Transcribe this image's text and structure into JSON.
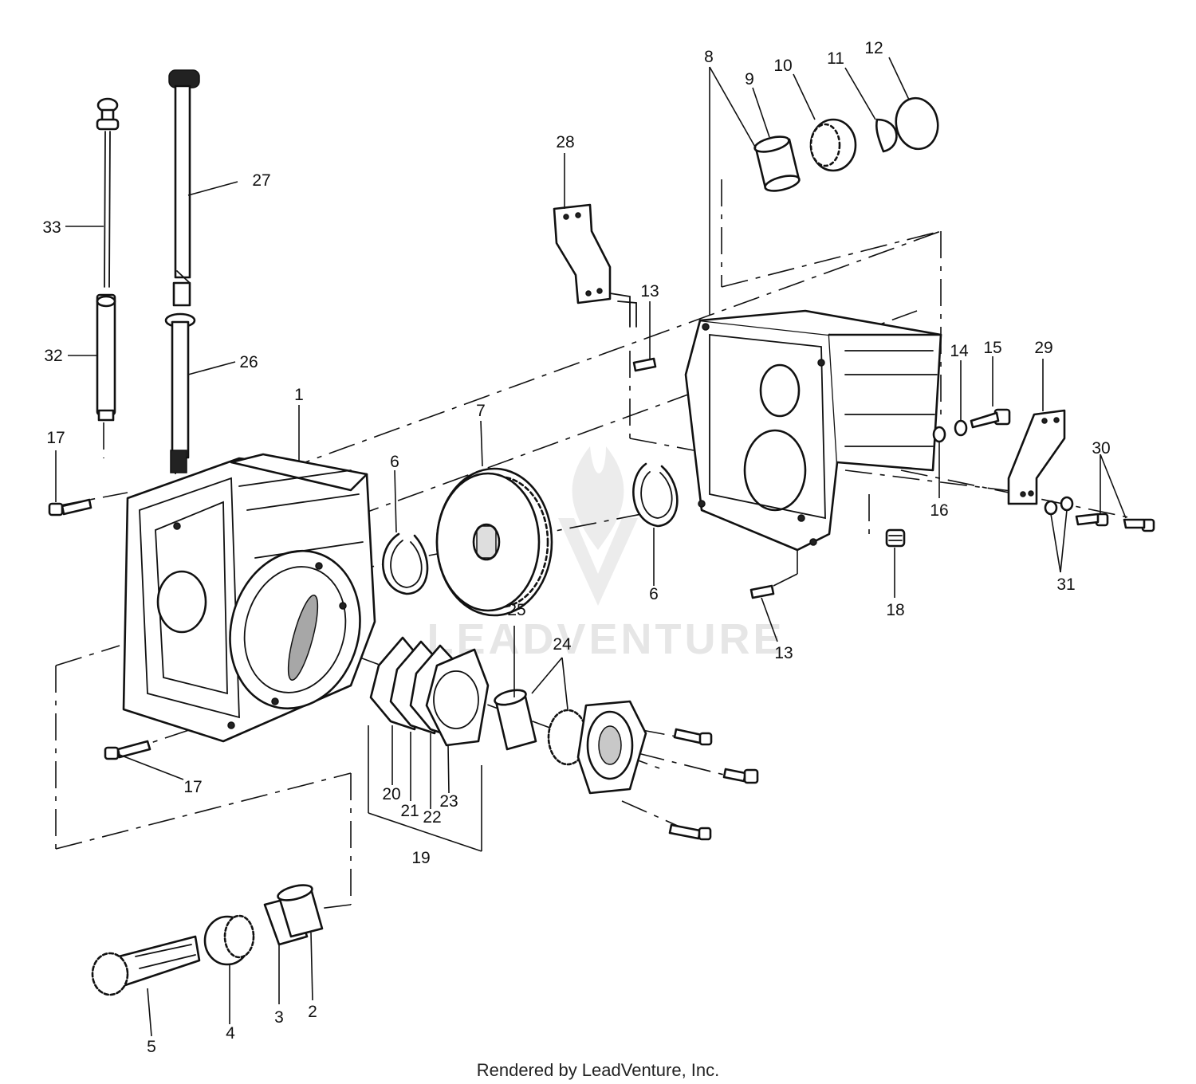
{
  "callouts": {
    "c1": "1",
    "c2": "2",
    "c3": "3",
    "c4": "4",
    "c5": "5",
    "c6a": "6",
    "c6b": "6",
    "c7": "7",
    "c8": "8",
    "c9": "9",
    "c10": "10",
    "c11": "11",
    "c12": "12",
    "c13a": "13",
    "c13b": "13",
    "c14": "14",
    "c15": "15",
    "c16": "16",
    "c17a": "17",
    "c17b": "17",
    "c18": "18",
    "c19": "19",
    "c20": "20",
    "c21": "21",
    "c22": "22",
    "c23": "23",
    "c24": "24",
    "c25": "25",
    "c26": "26",
    "c27": "27",
    "c28": "28",
    "c29": "29",
    "c30": "30",
    "c31": "31",
    "c32": "32",
    "c33": "33"
  },
  "watermark": "LEADVENTURE",
  "credit": "Rendered by LeadVenture, Inc.",
  "colors": {
    "line": "#111111",
    "background": "#ffffff",
    "watermark": "#e6e6e6"
  }
}
